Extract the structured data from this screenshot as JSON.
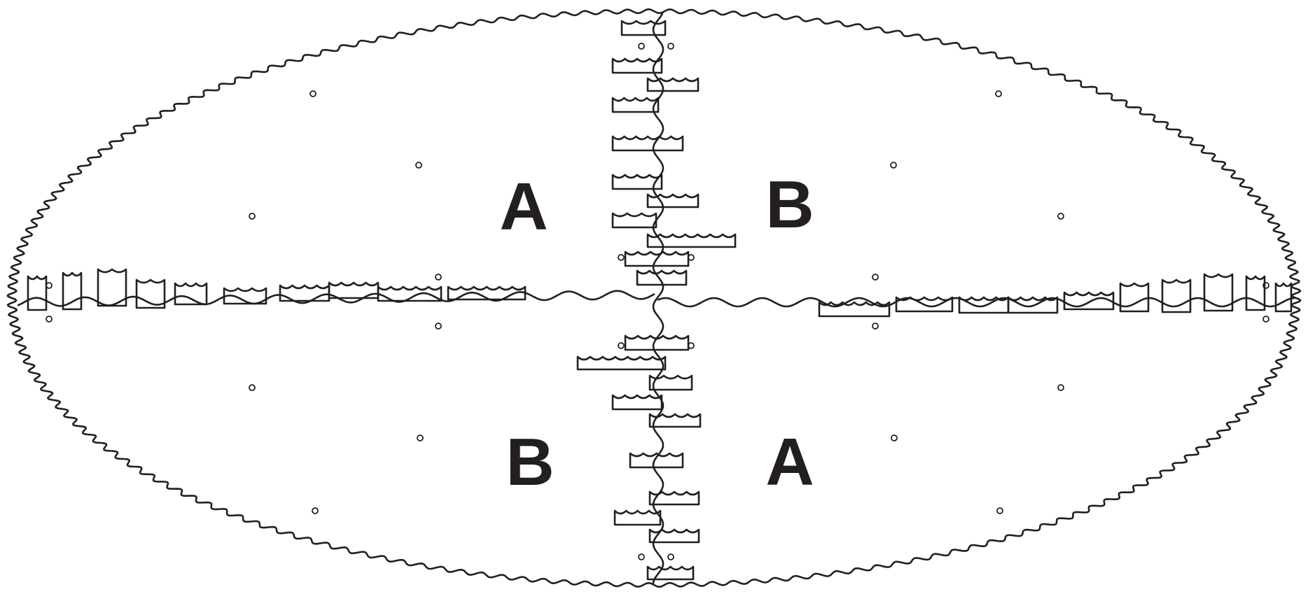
{
  "diagram": {
    "quadrants": [
      {
        "id": "upper-left",
        "label": "A"
      },
      {
        "id": "upper-right",
        "label": "B"
      },
      {
        "id": "lower-left",
        "label": "B"
      },
      {
        "id": "lower-right",
        "label": "A"
      }
    ],
    "colors": {
      "line": "#231f20",
      "background": "#ffffff"
    }
  }
}
